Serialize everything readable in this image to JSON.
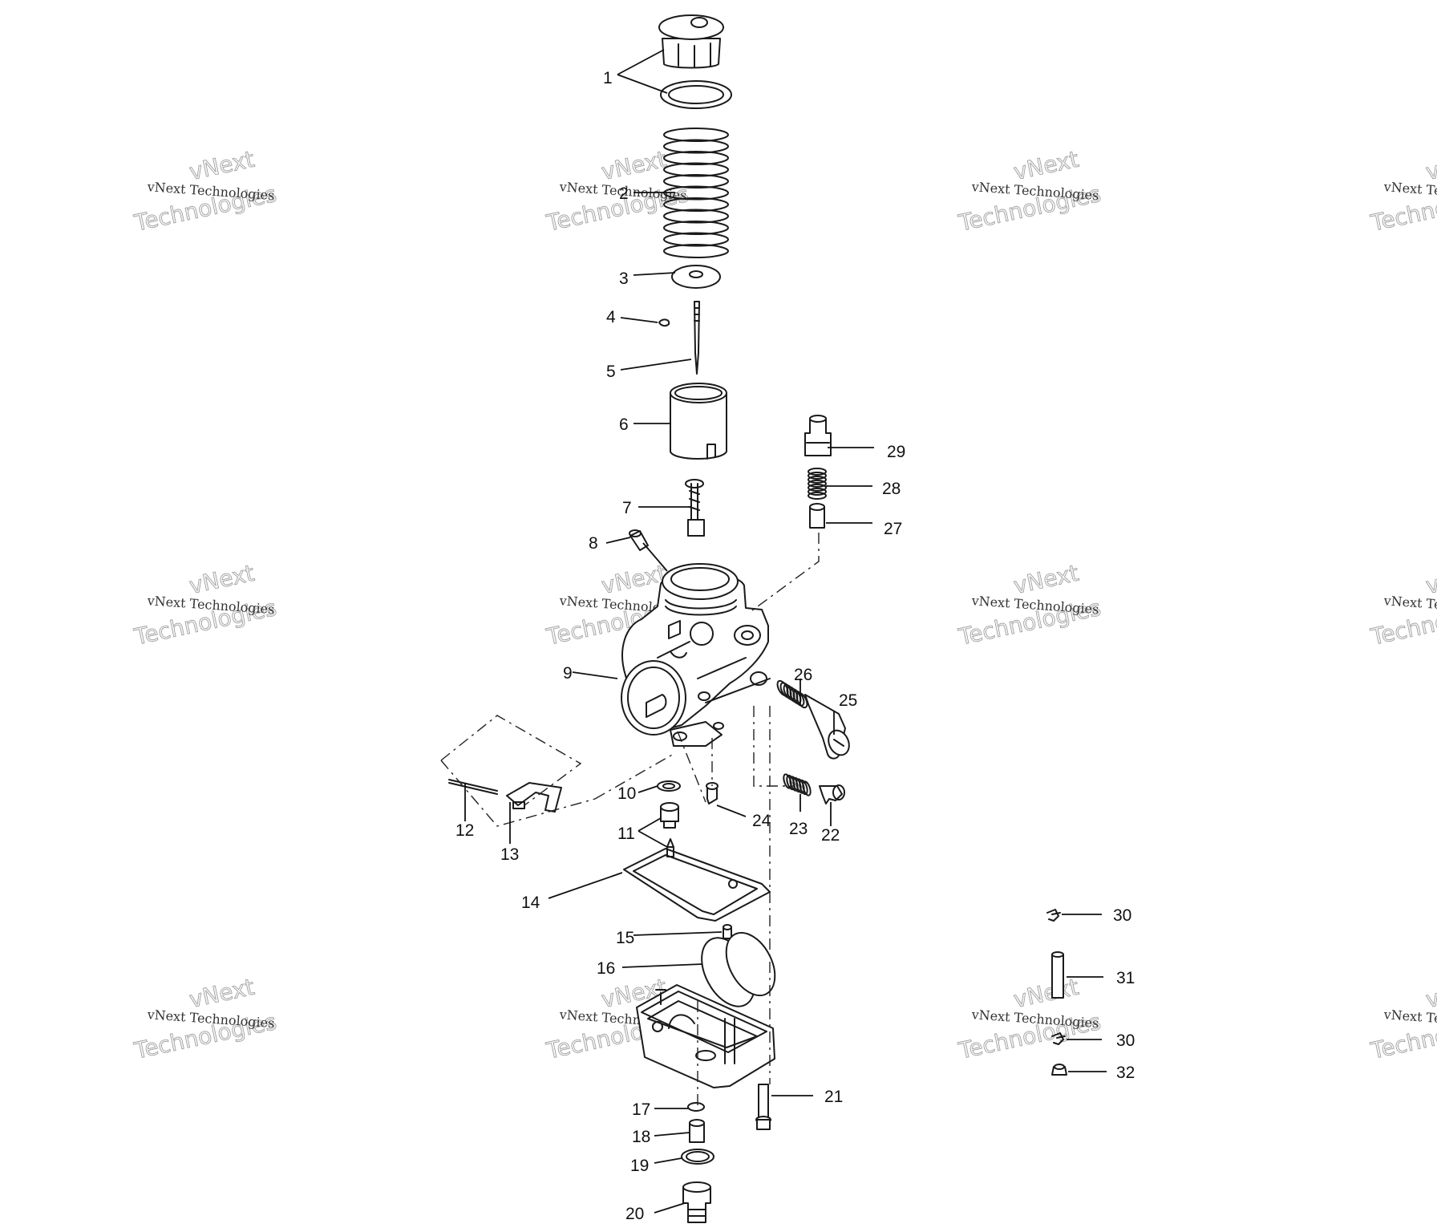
{
  "watermark": {
    "line1": "vNext",
    "line2": "Technologies",
    "caption": "vNext Technologies"
  },
  "callouts": [
    {
      "id": "1",
      "label": "1"
    },
    {
      "id": "2",
      "label": "2"
    },
    {
      "id": "3",
      "label": "3"
    },
    {
      "id": "4",
      "label": "4"
    },
    {
      "id": "5",
      "label": "5"
    },
    {
      "id": "6",
      "label": "6"
    },
    {
      "id": "7",
      "label": "7"
    },
    {
      "id": "8",
      "label": "8"
    },
    {
      "id": "9",
      "label": "9"
    },
    {
      "id": "10",
      "label": "10"
    },
    {
      "id": "11",
      "label": "11"
    },
    {
      "id": "12",
      "label": "12"
    },
    {
      "id": "13",
      "label": "13"
    },
    {
      "id": "14",
      "label": "14"
    },
    {
      "id": "15",
      "label": "15"
    },
    {
      "id": "16",
      "label": "16"
    },
    {
      "id": "17",
      "label": "17"
    },
    {
      "id": "18",
      "label": "18"
    },
    {
      "id": "19",
      "label": "19"
    },
    {
      "id": "20",
      "label": "20"
    },
    {
      "id": "21",
      "label": "21"
    },
    {
      "id": "22",
      "label": "22"
    },
    {
      "id": "23",
      "label": "23"
    },
    {
      "id": "24",
      "label": "24"
    },
    {
      "id": "25",
      "label": "25"
    },
    {
      "id": "26",
      "label": "26"
    },
    {
      "id": "27",
      "label": "27"
    },
    {
      "id": "28",
      "label": "28"
    },
    {
      "id": "29",
      "label": "29"
    },
    {
      "id": "30a",
      "label": "30"
    },
    {
      "id": "31",
      "label": "31"
    },
    {
      "id": "30b",
      "label": "30"
    },
    {
      "id": "32",
      "label": "32"
    }
  ]
}
